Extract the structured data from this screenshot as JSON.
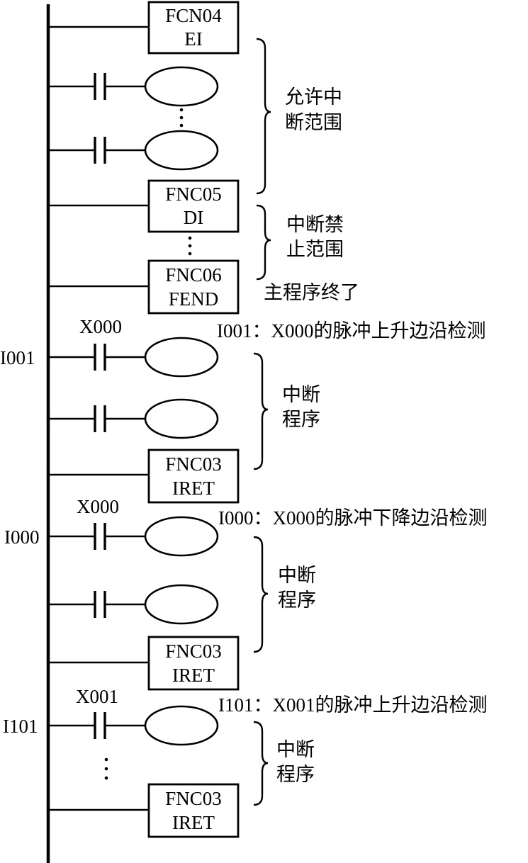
{
  "blocks": {
    "ei": {
      "line1": "FCN04",
      "line2": "EI"
    },
    "di": {
      "line1": "FNC05",
      "line2": "DI"
    },
    "fend": {
      "line1": "FNC06",
      "line2": "FEND"
    },
    "iret1": {
      "line1": "FNC03",
      "line2": "IRET"
    },
    "iret2": {
      "line1": "FNC03",
      "line2": "IRET"
    },
    "iret3": {
      "line1": "FNC03",
      "line2": "IRET"
    }
  },
  "contacts": {
    "c1": "X000",
    "c2": "X000",
    "c3": "X001"
  },
  "pointers": {
    "p1": "I001",
    "p2": "I000",
    "p3": "I101"
  },
  "annotations": {
    "enable_range_1": "允许中",
    "enable_range_2": "断范围",
    "disable_range_1": "中断禁",
    "disable_range_2": "止范围",
    "main_end": "主程序终了",
    "i001_desc_code": "I001",
    "i001_desc_sep": "：",
    "i001_desc_sig": "X000",
    "i001_desc_text": "的脉冲上升边沿检测",
    "i000_desc_code": "I000",
    "i000_desc_sep": "：",
    "i000_desc_sig": "X000",
    "i000_desc_text": "的脉冲下降边沿检测",
    "i101_desc_code": "I101",
    "i101_desc_sep": "：",
    "i101_desc_sig": "X001",
    "i101_desc_text": "的脉冲上升边沿检测",
    "isr1_1": "中断",
    "isr1_2": "程序",
    "isr2_1": "中断",
    "isr2_2": "程序",
    "isr3_1": "中断",
    "isr3_2": "程序"
  }
}
